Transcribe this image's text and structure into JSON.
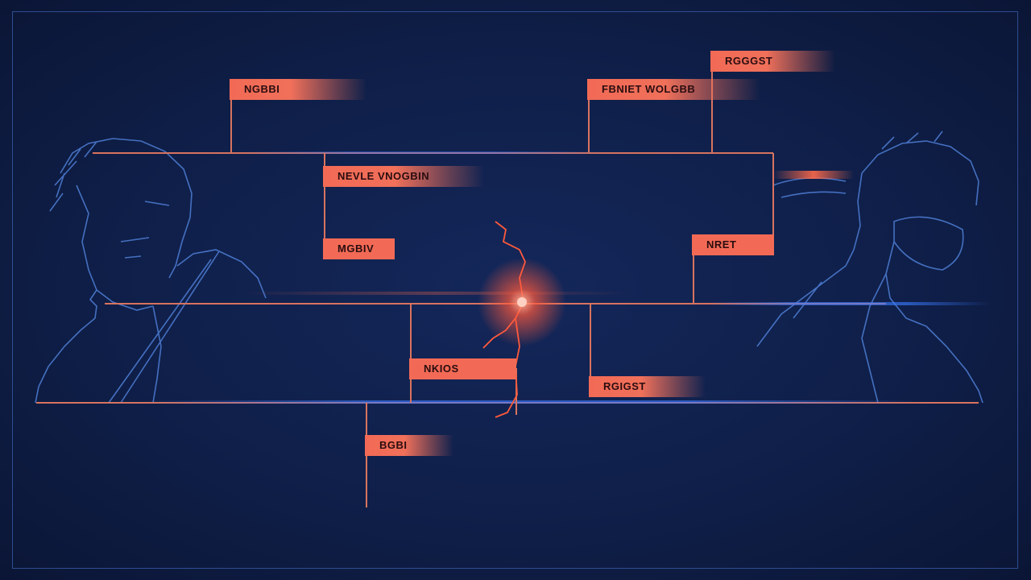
{
  "labels": {
    "top_left": "NGBBI",
    "top_center": "FBNIET WOLGBB",
    "top_right": "RGGGST",
    "mid_left_upper": "NEVLE VNOGBIN",
    "mid_left_lower": "MGBIV",
    "mid_right": "NRET",
    "lower_center": "NKIOS",
    "lower_right": "RGIGST",
    "bottom": "BGBI"
  },
  "colors": {
    "background": "#0f1f49",
    "tag": "#f26a55",
    "connector": "#e47565",
    "glow_blue": "#3a7bff",
    "silhouette": "#4f7fd6"
  }
}
